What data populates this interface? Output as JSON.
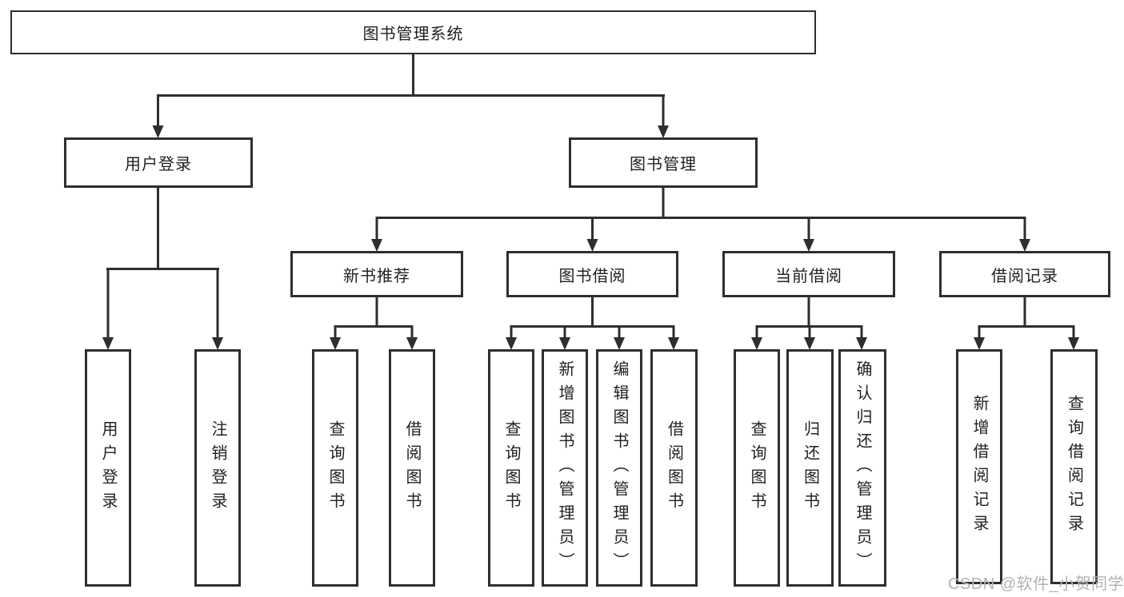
{
  "diagram": {
    "type": "hierarchy-tree",
    "orientation": "top-down"
  },
  "colors": {
    "line": "#2e2e2e",
    "box_border": "#2e2e2e",
    "text": "#212121",
    "background": "#ffffff",
    "watermark": "#b3b3b3"
  },
  "tree": {
    "label": "图书管理系统",
    "children": [
      {
        "label": "用户登录",
        "children": [
          {
            "label": "用户登录"
          },
          {
            "label": "注销登录"
          }
        ]
      },
      {
        "label": "图书管理",
        "children": [
          {
            "label": "新书推荐",
            "children": [
              {
                "label": "查询图书"
              },
              {
                "label": "借阅图书"
              }
            ]
          },
          {
            "label": "图书借阅",
            "children": [
              {
                "label": "查询图书"
              },
              {
                "label": "新增图书（管理员）"
              },
              {
                "label": "编辑图书（管理员）"
              },
              {
                "label": "借阅图书"
              }
            ]
          },
          {
            "label": "当前借阅",
            "children": [
              {
                "label": "查询图书"
              },
              {
                "label": "归还图书"
              },
              {
                "label": "确认归还（管理员）"
              }
            ]
          },
          {
            "label": "借阅记录",
            "children": [
              {
                "label": "新增借阅记录"
              },
              {
                "label": "查询借阅记录"
              }
            ]
          }
        ]
      }
    ]
  },
  "watermark": {
    "text": "CSDN @软件_小贺同学"
  }
}
